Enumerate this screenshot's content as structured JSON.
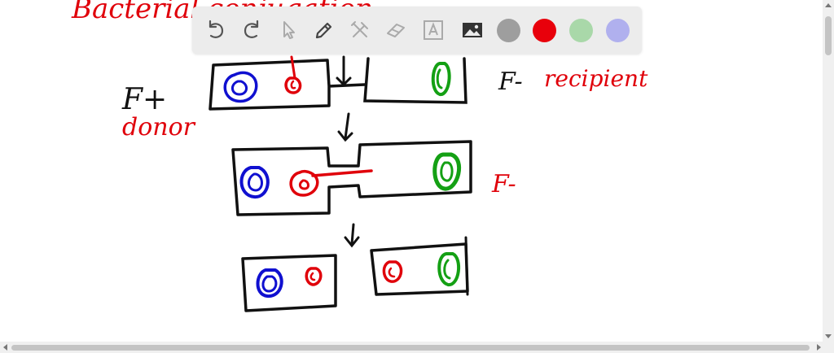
{
  "toolbar": {
    "tools": [
      {
        "name": "undo-icon",
        "label": "Undo"
      },
      {
        "name": "redo-icon",
        "label": "Redo"
      },
      {
        "name": "pointer-icon",
        "label": "Select"
      },
      {
        "name": "pencil-icon",
        "label": "Pen"
      },
      {
        "name": "tools-icon",
        "label": "Tools"
      },
      {
        "name": "eraser-icon",
        "label": "Eraser"
      },
      {
        "name": "text-icon",
        "label": "Text"
      },
      {
        "name": "image-icon",
        "label": "Image"
      }
    ],
    "colors": [
      "#9e9e9e",
      "#e8000b",
      "#a9d8a9",
      "#b0b0ee"
    ],
    "selected_color": "#e8000b"
  },
  "canvas": {
    "title_text": "Bacterial conjugation",
    "label_f_plus": "F+",
    "label_donor": "donor",
    "label_f_minus_top": "F-",
    "label_recipient": "recipient",
    "label_f_minus_mid": "F-",
    "ink_colors": {
      "black": "#111111",
      "red": "#e0000a",
      "blue": "#1010d0",
      "green": "#14a014"
    }
  }
}
